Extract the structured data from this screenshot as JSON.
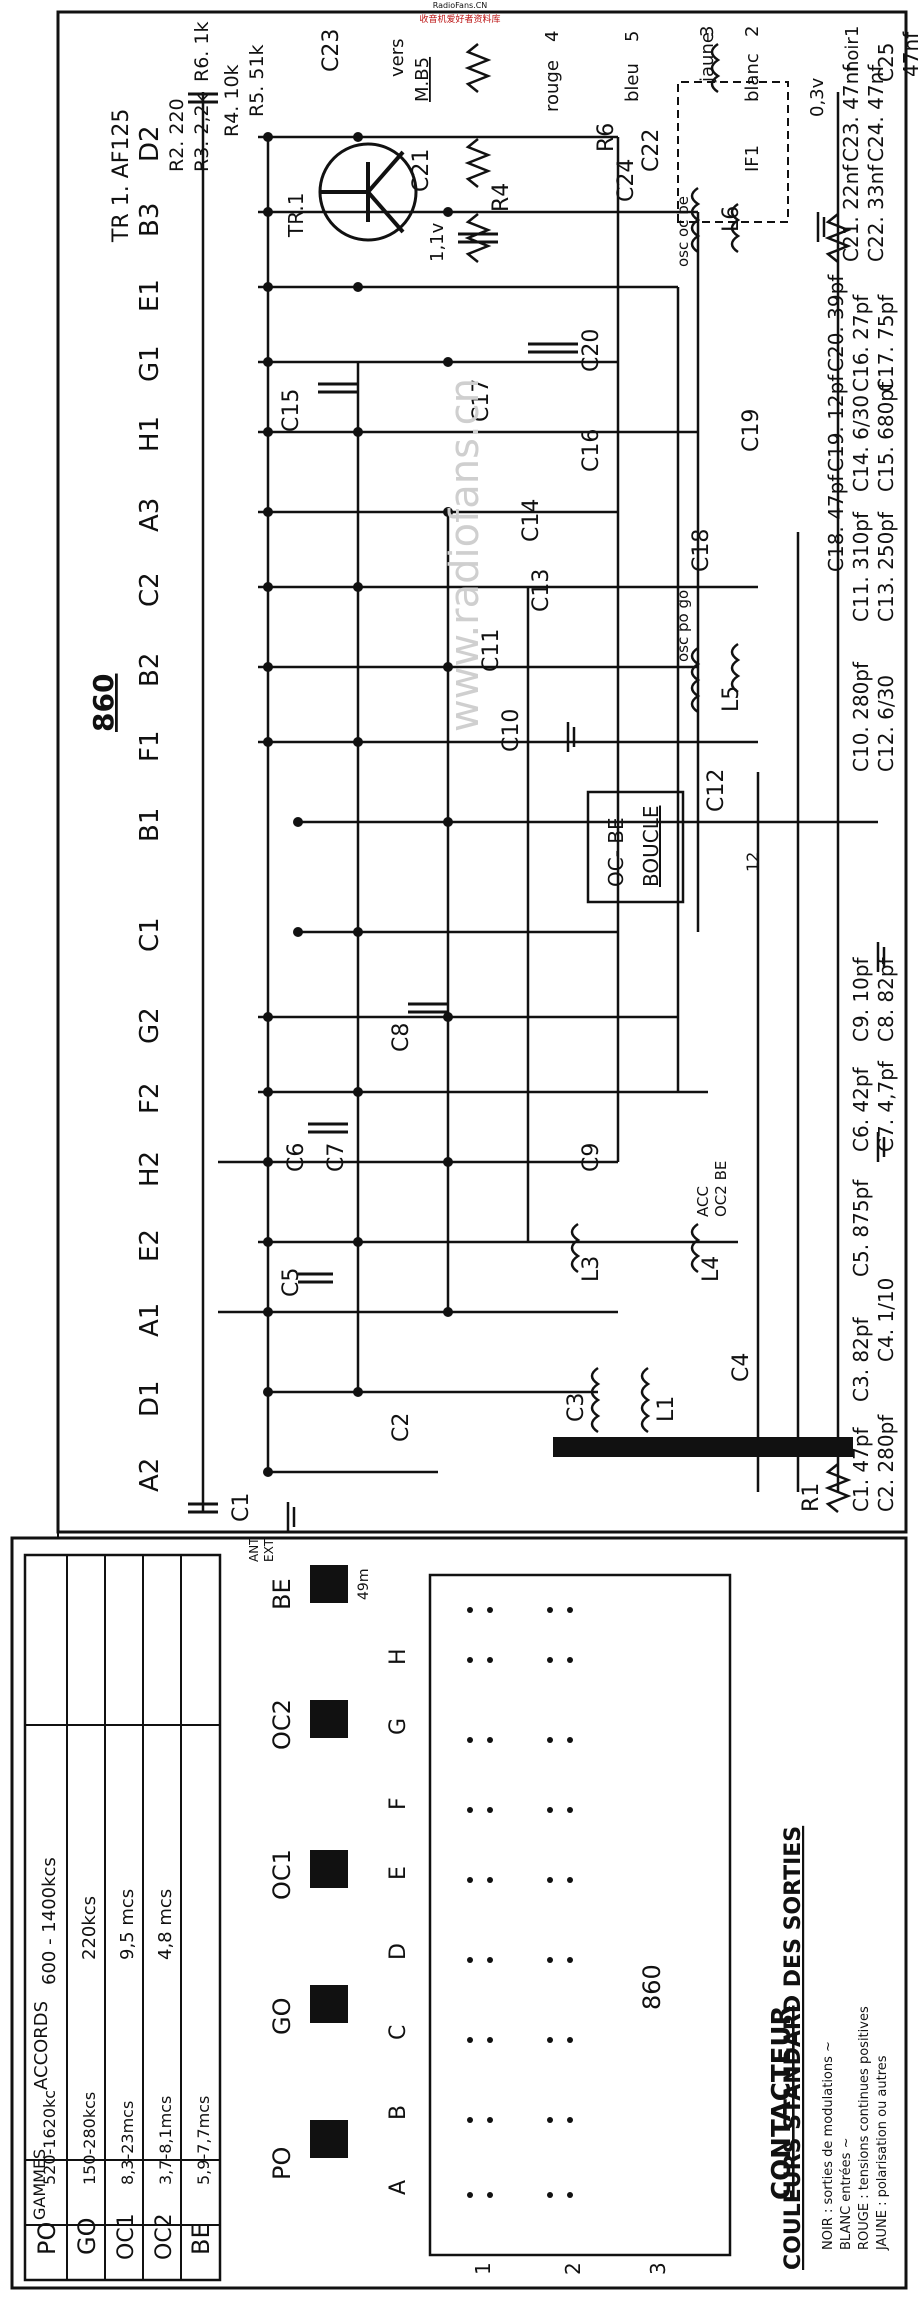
{
  "watermark_top": [
    "RadioFans.CN",
    "收音机爱好者资料库"
  ],
  "watermark_center": "www.radiofans.cn",
  "model": "860",
  "transistor": "TR 1. AF125",
  "tr_label": "TR.1",
  "voltage_1": "1,1v",
  "voltage_2": "0,3v",
  "resistors": [
    "R2. 220",
    "R3. 2,2k",
    "R4. 10k",
    "R5. 51k",
    "R6. 1k"
  ],
  "outputs": {
    "vers": "vers",
    "mb5": "M.B5",
    "rouge": "rouge",
    "rouge_num": "4",
    "bleu": "bleu",
    "bleu_num": "5",
    "jaune": "jaune",
    "jaune_num": "3",
    "blanc": "blanc",
    "blanc_num": "2",
    "noir": "noir",
    "noir_num": "1",
    "if1": "IF1"
  },
  "switch_positions": [
    "A2",
    "D1",
    "A1",
    "E2",
    "H2",
    "F2",
    "G2",
    "C1",
    "B1",
    "F1",
    "B2",
    "C2",
    "A3",
    "H1",
    "G1",
    "E1",
    "B3",
    "D2"
  ],
  "component_labels": [
    "C1",
    "C2",
    "C3",
    "C4",
    "C5",
    "C6",
    "C7",
    "C8",
    "C9",
    "C10",
    "C11",
    "C12",
    "C13",
    "C14",
    "C15",
    "C16",
    "C17",
    "C18",
    "C19",
    "C20",
    "C21",
    "C22",
    "C23",
    "C24",
    "R1",
    "R4",
    "R6",
    "L1",
    "L3",
    "L4",
    "L5",
    "L6"
  ],
  "coil_labels": {
    "osc_po_go": "osc po go",
    "osc_oc_be": "osc oc be",
    "acc": "ACC",
    "oc2_be": "OC2 BE",
    "loop_box": [
      "OC- BE",
      "BOUCLE"
    ],
    "loop_num": "12"
  },
  "ant": [
    "ANT",
    "EXT"
  ],
  "capacitor_values": [
    "C1. 47pf",
    "C2. 280pf",
    "C3. 82pf",
    "C4. 1/10",
    "C5. 875pf",
    "C6. 42pf",
    "C7. 4,7pf",
    "C8. 82pf",
    "C9. 10pf",
    "C10. 280pf",
    "C12. 6/30",
    "C11. 310pf",
    "C13. 250pf",
    "C14. 6/30",
    "C15. 680pf",
    "C16. 27pf",
    "C17. 75pf",
    "C18. 47pf",
    "C19. 12pf",
    "C20. 39pf",
    "C21. 22nf",
    "C22. 33nf",
    "C23. 47nf",
    "C24. 47nf",
    "C25",
    "47nf"
  ],
  "gammes_table": {
    "header": [
      "GAMMES",
      "ACCORDS"
    ],
    "rows": [
      [
        "PO",
        "520-1620kc",
        "600 - 1400kcs"
      ],
      [
        "GO",
        "150-280kcs",
        "220kcs"
      ],
      [
        "OC1",
        "8,3-23mcs",
        "9,5 mcs"
      ],
      [
        "OC2",
        "3,7-8,1mcs",
        "4,8 mcs"
      ],
      [
        "BE",
        "5,9-7,7mcs",
        ""
      ]
    ]
  },
  "contacteur": {
    "bands": [
      "PO",
      "GO",
      "OC1",
      "OC2",
      "BE"
    ],
    "band_note": "49m",
    "columns": [
      "A",
      "B",
      "C",
      "D",
      "E",
      "F",
      "G",
      "H"
    ],
    "rows": [
      "1",
      "2",
      "3"
    ],
    "model": "860",
    "title": "CONTACTEUR"
  },
  "legend": {
    "title": "COULEURS STANDARD DES SORTIES",
    "lines": [
      "NOIR : sorties de modulations ~",
      "BLANC  entrées        ~",
      "ROUGE : tensions continues positives",
      "JAUNE : polarisation ou autres"
    ]
  }
}
